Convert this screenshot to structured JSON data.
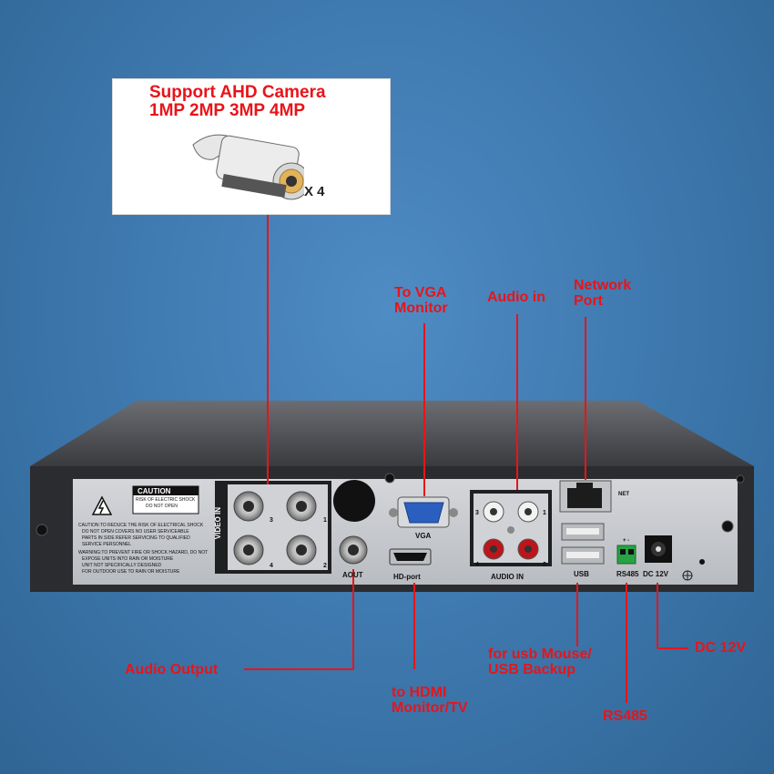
{
  "support": {
    "line1": "Support AHD Camera",
    "line2": "1MP 2MP 3MP 4MP",
    "quantity": "X 4"
  },
  "callouts": {
    "to_vga": [
      "To VGA",
      "Monitor"
    ],
    "audio_in": "Audio in",
    "network_port": [
      "Network",
      "Port"
    ],
    "audio_output": "Audio Output",
    "to_hdmi": [
      "to HDMI",
      "Monitor/TV"
    ],
    "usb": [
      "for usb Mouse/",
      "USB Backup"
    ],
    "dc": "DC 12V",
    "rs485": "RS485"
  },
  "panel": {
    "caution_title": "CAUTION",
    "caution_sub1": "RISK OF ELECTRIC SHOCK",
    "caution_sub2": "DO NOT OPEN",
    "caution_text": [
      "CAUTION:TO REDUCE THE RISK OF ELECTRICAL SHOCK",
      "DO NOT OPEN COVERS NO USER SERVICEABLE",
      "PARTS IN SIDE REFER SERVICING TO QUALIFIED",
      "SERVICE PERSONNEL",
      "WARNING:TO PREVENT FIRE OR SHOCK HAZARD, DO NOT",
      "EXPOSE UNITS INTO RAIN OR MOISTURE",
      "UNIT NOT SPECIFICALLY DESIGNED",
      "FOR OUTDOOR USE TO RAIN OR MOISTURE"
    ],
    "video_in": "VIDEO IN",
    "aout": "AOUT",
    "vga": "VGA",
    "hd_port": "HD-port",
    "audio_in": "AUDIO IN",
    "usb": "USB",
    "net": "NET",
    "rs485": "RS485",
    "dc12v": "DC 12V",
    "rs485_polarity": "+ -",
    "ch": [
      "3",
      "1",
      "4",
      "2"
    ],
    "audio_ch": [
      "3",
      "1",
      "4",
      "2"
    ]
  },
  "colors": {
    "callout": "#e8141a",
    "background": "#3f7ab0",
    "panel": "#c9cbcf",
    "chassis": "#2b2c2f"
  }
}
